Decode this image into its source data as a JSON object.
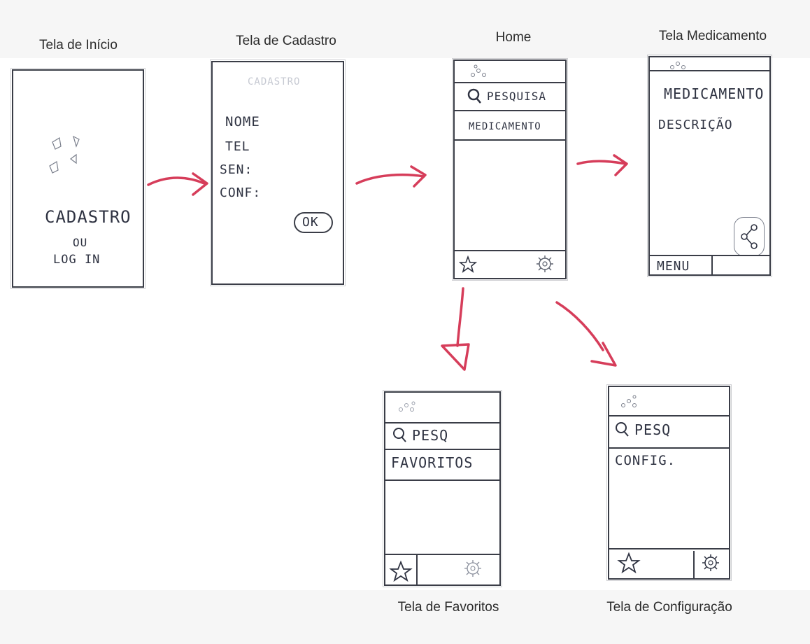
{
  "captions": {
    "inicio": "Tela de Início",
    "cadastro": "Tela de Cadastro",
    "home": "Home",
    "medicamento": "Tela Medicamento",
    "favoritos": "Tela de Favoritos",
    "configuracao": "Tela de Configuração"
  },
  "inicio": {
    "line1": "CADASTRO",
    "line2": "OU",
    "line3": "LOG IN"
  },
  "cadastro": {
    "header": "CADASTRO",
    "fields": [
      "NOME",
      "TEL",
      "SEN:",
      "CONF:"
    ],
    "ok_label": "OK"
  },
  "home": {
    "search": "PESQUISA",
    "list_item": "MEDICAMENTO"
  },
  "medicamento": {
    "title": "MEDICAMENTO",
    "description": "DESCRIÇÃO",
    "menu": "MENU"
  },
  "favoritos": {
    "search": "PESQ",
    "title": "FAVORITOS"
  },
  "configuracao": {
    "search": "PESQ",
    "title": "CONFIG."
  },
  "icons": {
    "logo": "dots-logo-icon",
    "search": "magnifier-icon",
    "favorite": "star-icon",
    "settings": "gear-icon",
    "share": "share-icon"
  },
  "colors": {
    "arrow": "#d63d5a",
    "sketch": "#3a3d47"
  }
}
